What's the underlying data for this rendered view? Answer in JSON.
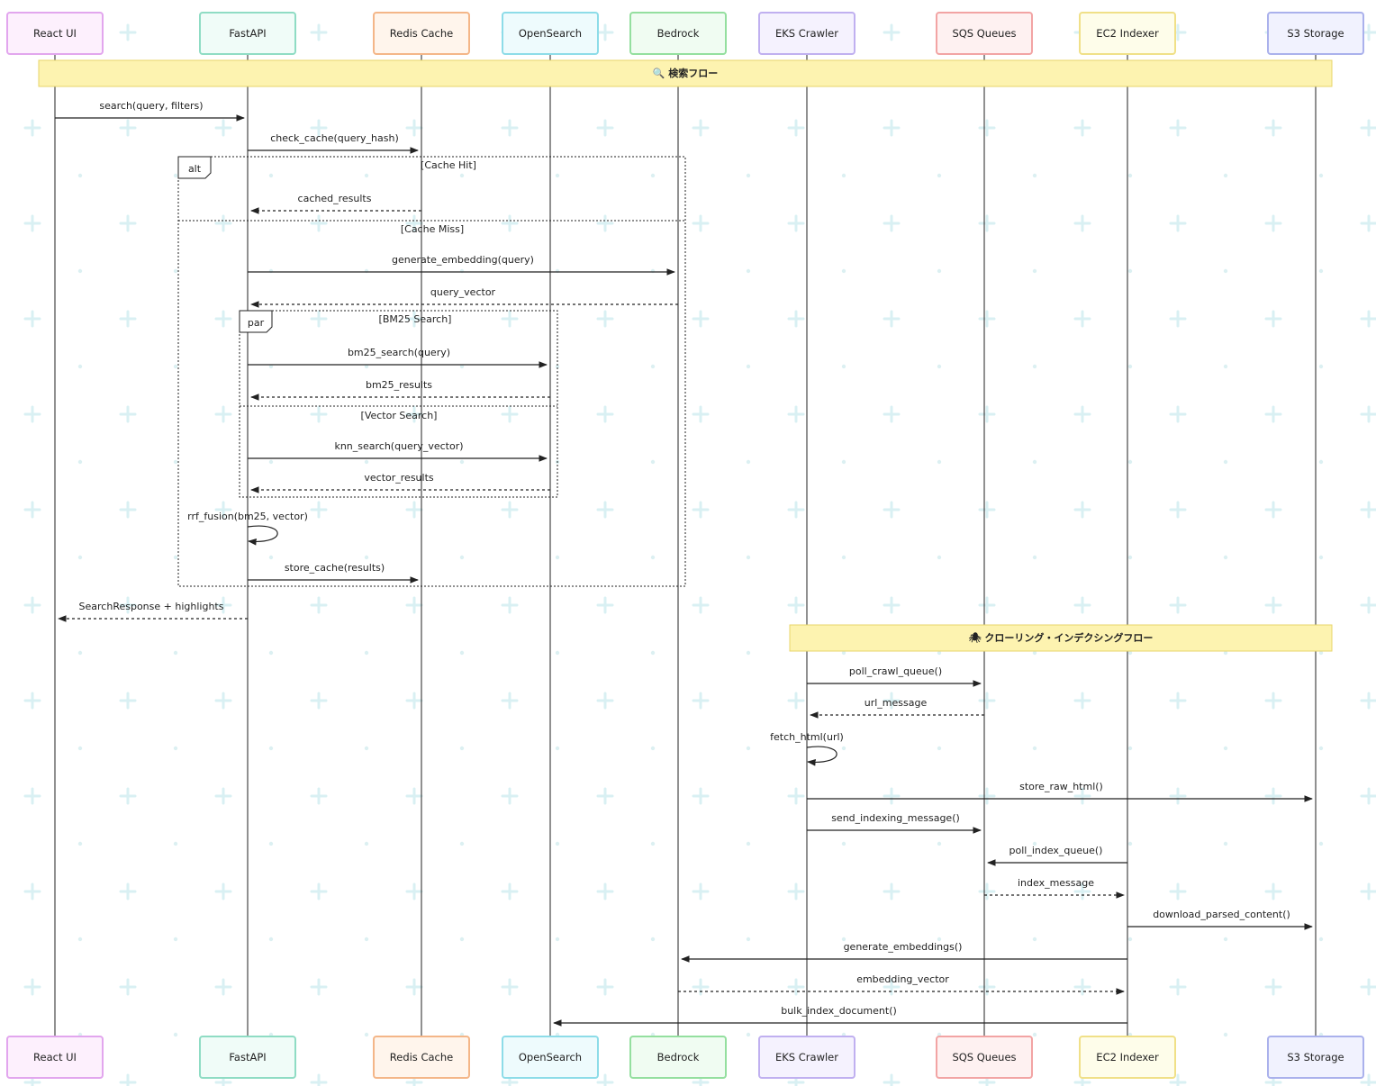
{
  "colors": {
    "line": "#222222",
    "grid": "#d6eef2",
    "note_fill": "#fdf3b0",
    "note_stroke": "#e8d56a"
  },
  "actors": [
    {
      "id": "react",
      "label": "React UI",
      "fill": "#fdf0fd",
      "stroke": "#e2a6ee"
    },
    {
      "id": "fastapi",
      "label": "FastAPI",
      "fill": "#f0fcf8",
      "stroke": "#8fdcc4"
    },
    {
      "id": "redis",
      "label": "Redis Cache",
      "fill": "#fff5ec",
      "stroke": "#f4b688"
    },
    {
      "id": "opensearch",
      "label": "OpenSearch",
      "fill": "#eefbfd",
      "stroke": "#8ddce8"
    },
    {
      "id": "bedrock",
      "label": "Bedrock",
      "fill": "#f0fcf2",
      "stroke": "#94df9f"
    },
    {
      "id": "crawler",
      "label": "EKS Crawler",
      "fill": "#f5f2fe",
      "stroke": "#c0b0f0"
    },
    {
      "id": "sqs",
      "label": "SQS Queues",
      "fill": "#fef1f1",
      "stroke": "#f2a4a4"
    },
    {
      "id": "indexer",
      "label": "EC2 Indexer",
      "fill": "#fefdea",
      "stroke": "#f0e088"
    },
    {
      "id": "s3",
      "label": "S3 Storage",
      "fill": "#f1f2fe",
      "stroke": "#aab1ec"
    }
  ],
  "notes": [
    {
      "id": "search-flow",
      "icon": "magnifier-icon",
      "text": "🔍 検索フロー"
    },
    {
      "id": "crawl-flow",
      "icon": "spider-icon",
      "text": "🕷 クローリング・インデクシングフロー"
    }
  ],
  "messages": [
    {
      "from": "react",
      "to": "fastapi",
      "label": "search(query, filters)",
      "style": "solid"
    },
    {
      "from": "fastapi",
      "to": "redis",
      "label": "check_cache(query_hash)",
      "style": "solid"
    },
    {
      "from": "redis",
      "to": "fastapi",
      "label": "cached_results",
      "style": "dashed"
    },
    {
      "from": "fastapi",
      "to": "bedrock",
      "label": "generate_embedding(query)",
      "style": "solid"
    },
    {
      "from": "bedrock",
      "to": "fastapi",
      "label": "query_vector",
      "style": "dashed"
    },
    {
      "from": "fastapi",
      "to": "opensearch",
      "label": "bm25_search(query)",
      "style": "solid"
    },
    {
      "from": "opensearch",
      "to": "fastapi",
      "label": "bm25_results",
      "style": "dashed"
    },
    {
      "from": "fastapi",
      "to": "opensearch",
      "label": "knn_search(query_vector)",
      "style": "solid"
    },
    {
      "from": "opensearch",
      "to": "fastapi",
      "label": "vector_results",
      "style": "dashed"
    },
    {
      "from": "fastapi",
      "to": "fastapi",
      "label": "rrf_fusion(bm25, vector)",
      "style": "self"
    },
    {
      "from": "fastapi",
      "to": "redis",
      "label": "store_cache(results)",
      "style": "solid"
    },
    {
      "from": "fastapi",
      "to": "react",
      "label": "SearchResponse + highlights",
      "style": "dashed"
    },
    {
      "from": "crawler",
      "to": "sqs",
      "label": "poll_crawl_queue()",
      "style": "solid"
    },
    {
      "from": "sqs",
      "to": "crawler",
      "label": "url_message",
      "style": "dashed"
    },
    {
      "from": "crawler",
      "to": "crawler",
      "label": "fetch_html(url)",
      "style": "self"
    },
    {
      "from": "crawler",
      "to": "s3",
      "label": "store_raw_html()",
      "style": "solid"
    },
    {
      "from": "crawler",
      "to": "sqs",
      "label": "send_indexing_message()",
      "style": "solid"
    },
    {
      "from": "indexer",
      "to": "sqs",
      "label": "poll_index_queue()",
      "style": "solid"
    },
    {
      "from": "sqs",
      "to": "indexer",
      "label": "index_message",
      "style": "dashed"
    },
    {
      "from": "indexer",
      "to": "s3",
      "label": "download_parsed_content()",
      "style": "solid"
    },
    {
      "from": "indexer",
      "to": "bedrock",
      "label": "generate_embeddings()",
      "style": "solid"
    },
    {
      "from": "bedrock",
      "to": "indexer",
      "label": "embedding_vector",
      "style": "dashed"
    },
    {
      "from": "indexer",
      "to": "opensearch",
      "label": "bulk_index_document()",
      "style": "solid"
    }
  ],
  "fragments": [
    {
      "kind": "alt",
      "sections": [
        "[Cache Hit]",
        "[Cache Miss]"
      ]
    },
    {
      "kind": "par",
      "sections": [
        "[BM25 Search]",
        "[Vector Search]"
      ]
    }
  ]
}
